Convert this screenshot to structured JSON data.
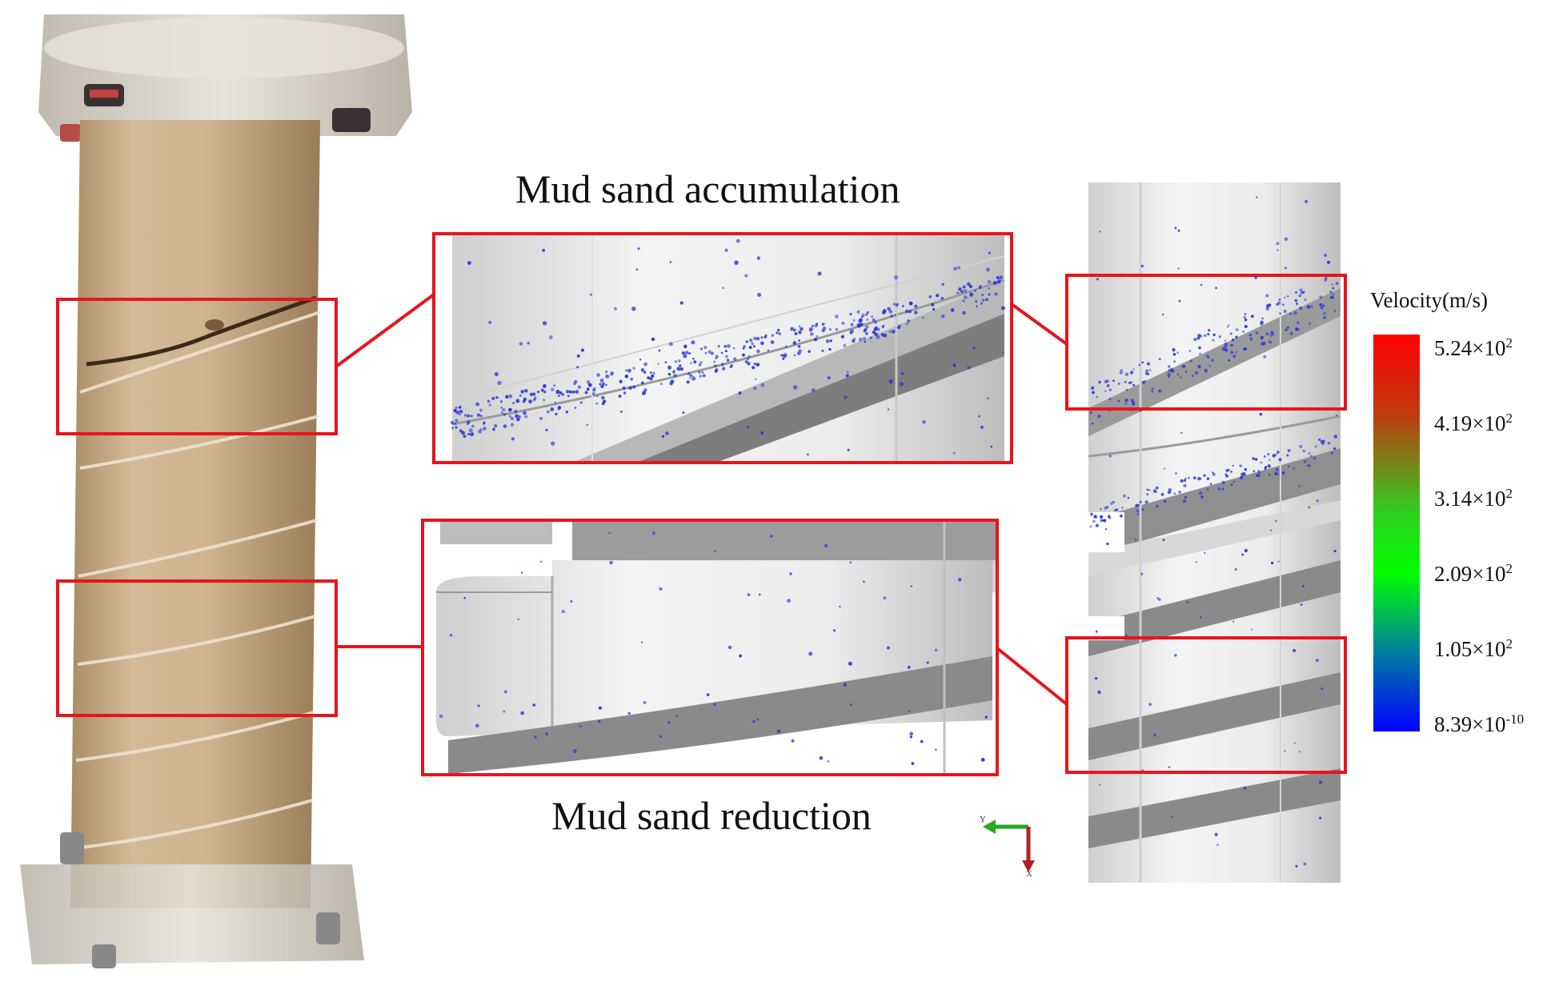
{
  "captions": {
    "top": "Mud sand accumulation",
    "bottom": "Mud sand reduction"
  },
  "legend": {
    "title": "Velocity(m/s)",
    "ticks": [
      {
        "mantissa": "5.24×10",
        "exp": "2"
      },
      {
        "mantissa": "4.19×10",
        "exp": "2"
      },
      {
        "mantissa": "3.14×10",
        "exp": "2"
      },
      {
        "mantissa": "2.09×10",
        "exp": "2"
      },
      {
        "mantissa": "1.05×10",
        "exp": "2"
      },
      {
        "mantissa": "8.39×10",
        "exp": "-10"
      }
    ],
    "colors": [
      "#ff0000",
      "#b04010",
      "#40c020",
      "#00ff00",
      "#0080a0",
      "#0000ff"
    ]
  },
  "axis_triad": {
    "y_label": "Y",
    "x_label": "X"
  },
  "colors": {
    "highlight_box": "#e8141c",
    "particle": "#2b3bd8",
    "photo_tube": "#c7ac86"
  }
}
